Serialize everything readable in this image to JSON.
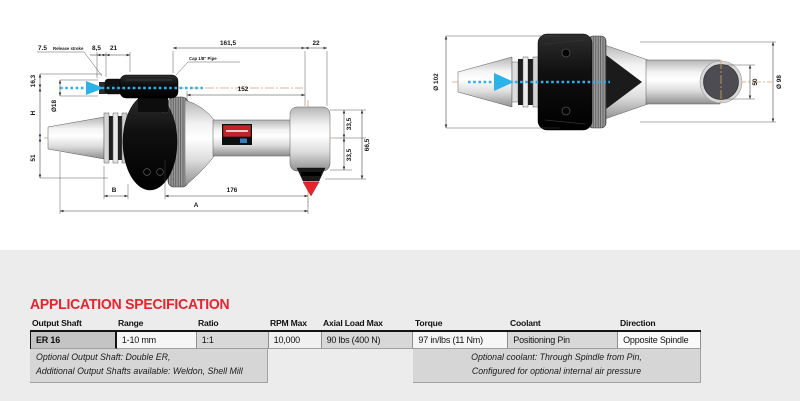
{
  "title": {
    "text": "APPLICATION SPECIFICATION"
  },
  "colors": {
    "accent_red": "#e8232e",
    "coolant_blue": "#2bb2e8",
    "centerline_tan": "#d3a36a"
  },
  "spec_table": {
    "columns": [
      "Output Shaft",
      "Range",
      "Ratio",
      "RPM Max",
      "Axial Load Max",
      "Torque",
      "Coolant",
      "Direction"
    ],
    "row": [
      "ER 16",
      "1-10 mm",
      "1:1",
      "10,000",
      "90 lbs (400 N)",
      "97 in/lbs (11 Nm)",
      "Positioning Pin",
      "Opposite Spindle"
    ],
    "notes_left": [
      "Optional Output Shaft: Double ER,",
      "Additional Output Shafts available:  Weldon,  Shell Mill"
    ],
    "notes_right": [
      "Optional coolant: Through Spindle from Pin,",
      "Configured for optional internal air pressure"
    ]
  },
  "side_view": {
    "dims": {
      "release_value": "7.5",
      "release_label": "Release stroke",
      "d8_5": "8,5",
      "d21": "21",
      "d161_5": "161,5",
      "d22": "22",
      "cap_pipe": "Cap 1/8\" Pipe",
      "d152": "152",
      "d16_3": "16,3",
      "dia18": "Ø18",
      "h": "H",
      "d51": "51",
      "b": "B",
      "d176": "176",
      "a": "A",
      "d33_5_upper": "33,5",
      "d33_5_lower": "33,5",
      "d66_5": "66,5"
    }
  },
  "top_view": {
    "dims": {
      "dia102": "Ø 102",
      "d50": "50",
      "dia98": "Ø 98"
    }
  }
}
